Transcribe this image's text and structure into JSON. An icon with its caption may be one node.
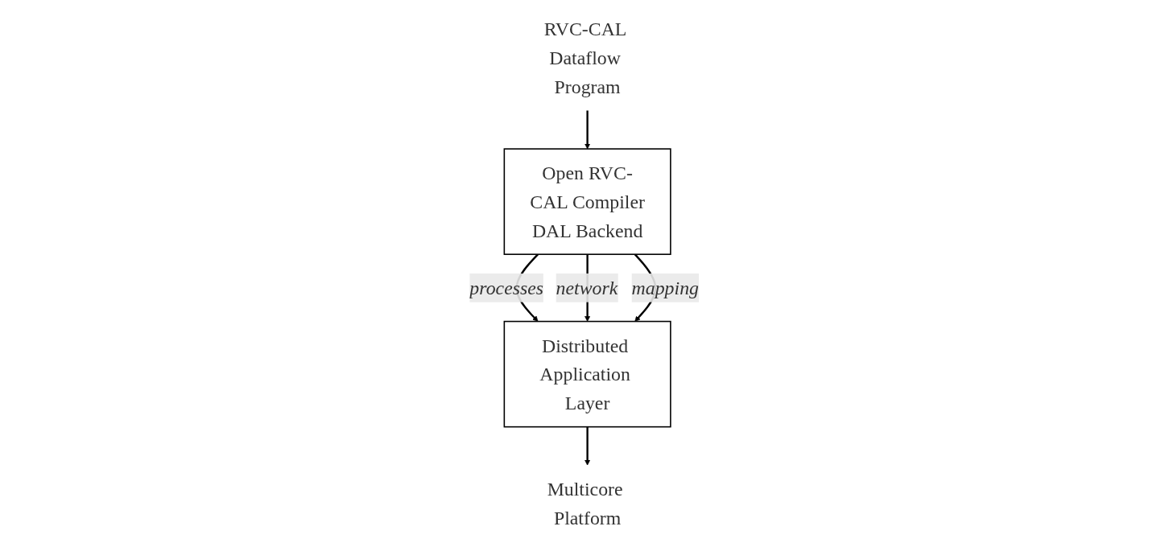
{
  "diagram": {
    "nodes": [
      {
        "text": [
          "RVC-CAL Dataflow Program"
        ]
      },
      {
        "text": [
          "Open RVC-CAL Compiler",
          "DAL Backend"
        ]
      },
      {
        "text": [
          "Distributed Application Layer"
        ]
      },
      {
        "text": [
          "Multicore Platform"
        ]
      }
    ],
    "edges": [
      {
        "from": 0,
        "to": 1,
        "arrow": "to"
      },
      {
        "from": 1,
        "to": 2,
        "arrow": "to",
        "label": "processes"
      },
      {
        "from": 1,
        "to": 2,
        "arrow": "to",
        "label": "network"
      },
      {
        "from": 1,
        "to": 2,
        "arrow": "to",
        "label": "mapping"
      },
      {
        "from": 2,
        "to": 3,
        "arrow": "to"
      }
    ]
  }
}
